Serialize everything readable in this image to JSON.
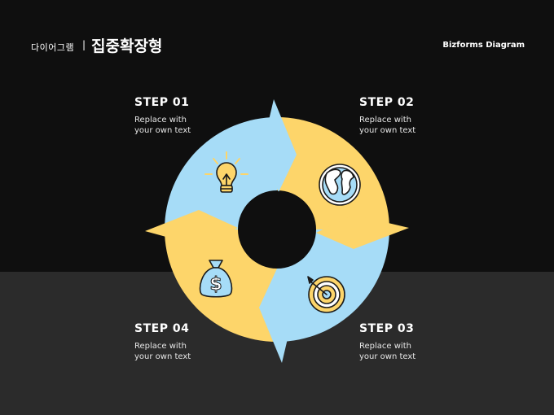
{
  "header": {
    "subtitle": "다이어그램",
    "separator": "|",
    "title": "집중확장형",
    "brand": "Bizforms Diagram"
  },
  "steps": [
    {
      "title": "STEP 01",
      "line1": "Replace with",
      "line2": "your own text",
      "icon": "lightbulb-icon"
    },
    {
      "title": "STEP 02",
      "line1": "Replace with",
      "line2": "your own text",
      "icon": "globe-icon"
    },
    {
      "title": "STEP 03",
      "line1": "Replace with",
      "line2": "your own text",
      "icon": "target-icon"
    },
    {
      "title": "STEP 04",
      "line1": "Replace with",
      "line2": "your own text",
      "icon": "money-bag-icon"
    }
  ],
  "colors": {
    "blue": "#a6dcf7",
    "yellow": "#fdd56a",
    "background_top": "#0f0f0f",
    "background_bottom": "#2b2b2b",
    "outline": "#1a1a1a"
  }
}
